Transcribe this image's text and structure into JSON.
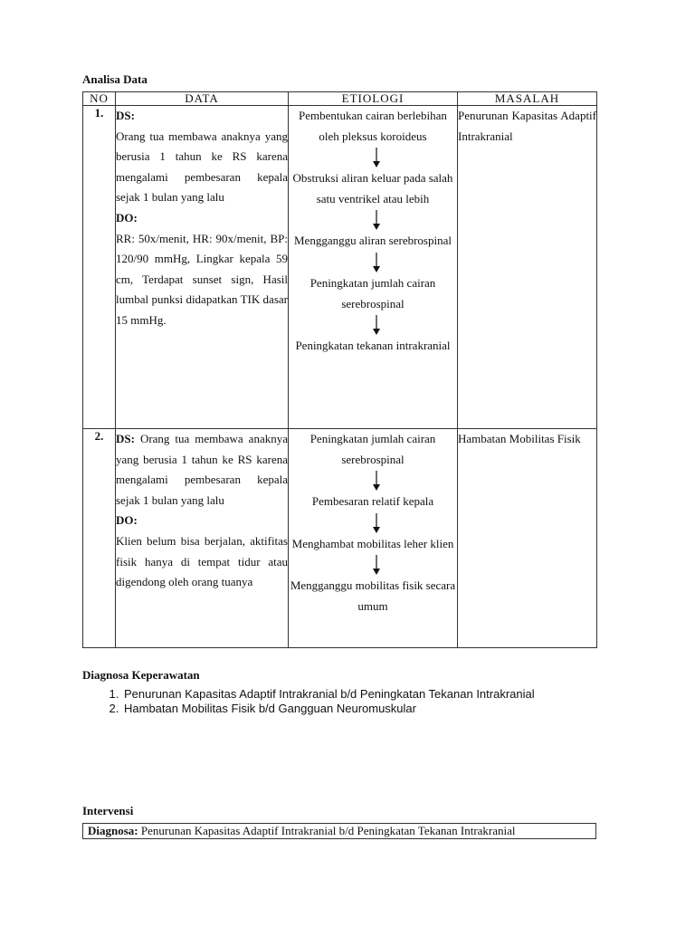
{
  "section_analisa": "Analisa Data",
  "table": {
    "headers": {
      "no": "NO",
      "data": "DATA",
      "etiologi": "ETIOLOGI",
      "masalah": "MASALAH"
    },
    "rows": [
      {
        "no": "1.",
        "ds_label": "DS:",
        "ds_text": "Orang tua membawa anaknya yang berusia 1 tahun ke RS karena mengalami pembesaran kepala sejak 1 bulan yang lalu",
        "do_label": "DO:",
        "do_text": "RR: 50x/menit, HR: 90x/menit, BP: 120/90 mmHg, Lingkar kepala 59 cm, Terdapat sunset sign, Hasil lumbal punksi didapatkan TIK dasar 15 mmHg.",
        "etiologi": [
          "Pembentukan cairan berlebihan oleh pleksus koroideus",
          "Obstruksi aliran keluar pada salah satu ventrikel atau lebih",
          "Mengganggu aliran serebrospinal",
          "Peningkatan jumlah cairan serebrospinal",
          "Peningkatan tekanan intrakranial"
        ],
        "masalah": "Penurunan Kapasitas Adaptif Intrakranial"
      },
      {
        "no": "2.",
        "ds_label": "DS:",
        "ds_text": "Orang tua membawa anaknya yang berusia 1 tahun ke RS karena mengalami pembesaran kepala sejak 1 bulan yang lalu",
        "do_label": "DO:",
        "do_text": "Klien belum bisa berjalan, aktifitas fisik hanya di tempat tidur atau digendong oleh orang tuanya",
        "etiologi": [
          "Peningkatan jumlah cairan serebrospinal",
          "Pembesaran relatif kepala",
          "Menghambat mobilitas leher klien",
          "Mengganggu mobilitas fisik secara umum"
        ],
        "masalah": "Hambatan Mobilitas Fisik"
      }
    ]
  },
  "section_diagnosa": "Diagnosa Keperawatan",
  "diagnosa_list": [
    "Penurunan Kapasitas Adaptif Intrakranial b/d Peningkatan Tekanan Intrakranial",
    "Hambatan Mobilitas Fisik b/d Gangguan Neuromuskular"
  ],
  "section_intervensi": "Intervensi",
  "intervensi": {
    "label": "Diagnosa:",
    "text": "Penurunan Kapasitas Adaptif Intrakranial b/d Peningkatan Tekanan Intrakranial"
  }
}
